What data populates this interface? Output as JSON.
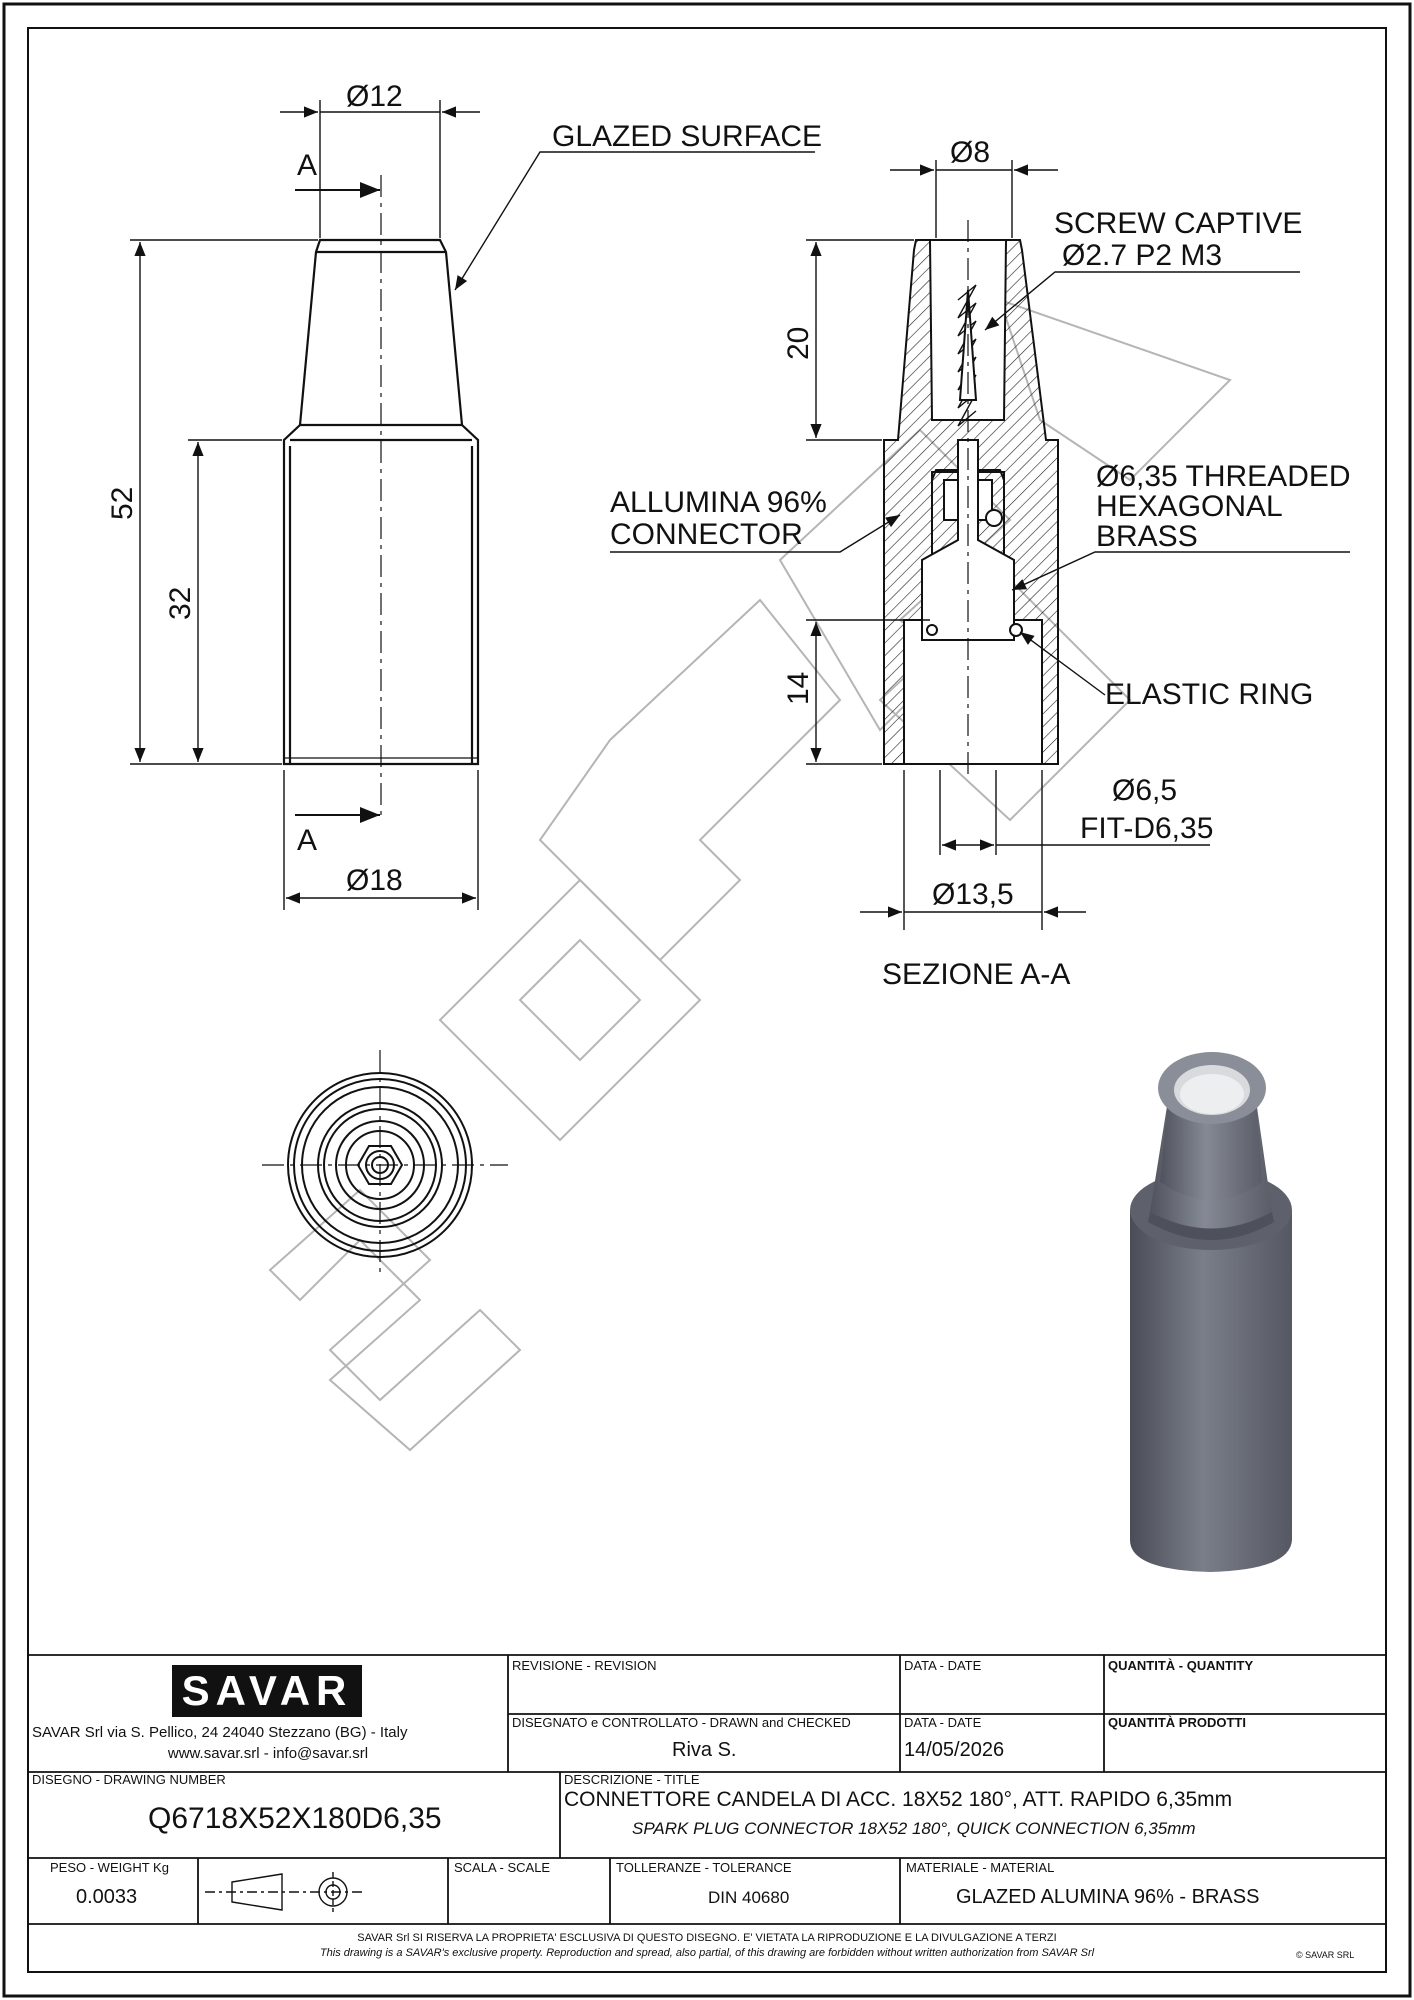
{
  "drawing": {
    "dimensions": {
      "d12": "Ø12",
      "d18": "Ø18",
      "d8": "Ø8",
      "d13_5": "Ø13,5",
      "d6_5": "Ø6,5",
      "fit": "FIT-D6,35",
      "l52": "52",
      "l32": "32",
      "l20": "20",
      "l14": "14"
    },
    "section_marks": [
      "A",
      "A"
    ],
    "labels": {
      "glazed_surface": "GLAZED SURFACE",
      "screw_captive_1": "SCREW CAPTIVE",
      "screw_captive_2": "Ø2.7 P2 M3",
      "threaded_1": "Ø6,35 THREADED",
      "threaded_2": "HEXAGONAL",
      "threaded_3": "BRASS",
      "allumina_1": "ALLUMINA 96%",
      "allumina_2": "CONNECTOR",
      "elastic_ring": "ELASTIC RING",
      "section_title": "SEZIONE A-A"
    },
    "colors": {
      "line": "#111111",
      "watermark": "#b5b5b5",
      "render_body": "#6f7380",
      "render_dark": "#4a4d57",
      "render_light": "#9a9ea8"
    }
  },
  "title_block": {
    "logo": "SAVAR",
    "company_line1": "SAVAR Srl via S. Pellico, 24  24040 Stezzano (BG) - Italy",
    "company_line2": "www.savar.srl  -  info@savar.srl",
    "revision_label": "REVISIONE - REVISION",
    "date_label_1": "DATA - DATE",
    "quantity_label": "QUANTITÀ - QUANTITY",
    "drawn_label": "DISEGNATO e CONTROLLATO - DRAWN and CHECKED",
    "drawn_value": "Riva S.",
    "date_label_2": "DATA - DATE",
    "date_value": "14/05/2026",
    "quantity_products_label": "QUANTITÀ PRODOTTI",
    "drawing_number_label": "DISEGNO - DRAWING NUMBER",
    "drawing_number": "Q6718X52X180D6,35",
    "description_label": "DESCRIZIONE - TITLE",
    "title_it": "CONNETTORE CANDELA DI ACC. 18X52 180°, ATT. RAPIDO 6,35mm",
    "title_en": "SPARK PLUG CONNECTOR 18X52 180°, QUICK CONNECTION 6,35mm",
    "weight_label": "PESO - WEIGHT Kg",
    "weight_value": "0.0033",
    "scale_label": "SCALA - SCALE",
    "tolerance_label": "TOLLERANZE - TOLERANCE",
    "tolerance_value": "DIN 40680",
    "material_label": "MATERIALE - MATERIAL",
    "material_value": "GLAZED ALUMINA 96% - BRASS",
    "footer_it": "SAVAR Srl SI RISERVA LA PROPRIETA' ESCLUSIVA DI QUESTO DISEGNO. E' VIETATA LA RIPRODUZIONE E LA DIVULGAZIONE A TERZI",
    "footer_en": "This drawing is a SAVAR's exclusive property. Reproduction and spread, also partial, of this drawing are forbidden without written authorization from SAVAR Srl",
    "copyright": "© SAVAR SRL"
  }
}
